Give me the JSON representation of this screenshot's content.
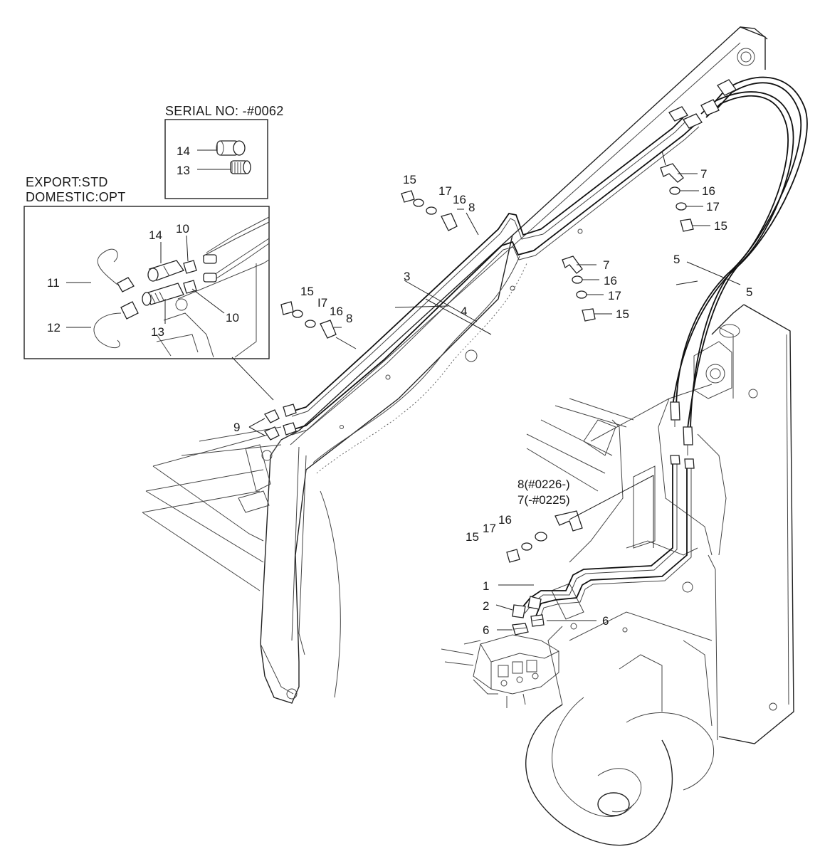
{
  "header": {
    "serial_no": "SERIAL NO: -#0062",
    "export_line1": "EXPORT:STD",
    "export_line2": "DOMESTIC:OPT"
  },
  "labels": {
    "p1": "1",
    "p2": "2",
    "p3": "3",
    "p4": "4",
    "p5a": "5",
    "p5b": "5",
    "p6a": "6",
    "p6b": "6",
    "p7a": "7",
    "p7b": "7",
    "p8a": "8",
    "p8b": "8",
    "p8c": "8(#0226-)",
    "p7c": "7(-#0225)",
    "p9": "9",
    "p10a": "10",
    "p10b": "10",
    "p11": "11",
    "p12": "12",
    "p13a": "13",
    "p13b": "13",
    "p14a": "14",
    "p14b": "14",
    "p15a": "15",
    "p15b": "15",
    "p15c": "15",
    "p15d": "15",
    "p15e": "15",
    "p16a": "16",
    "p16b": "16",
    "p16c": "16",
    "p16d": "16",
    "p16e": "16",
    "p17a": "17",
    "p17b": "17",
    "p17c": "17",
    "p17d": "17",
    "p17e": "I7"
  }
}
